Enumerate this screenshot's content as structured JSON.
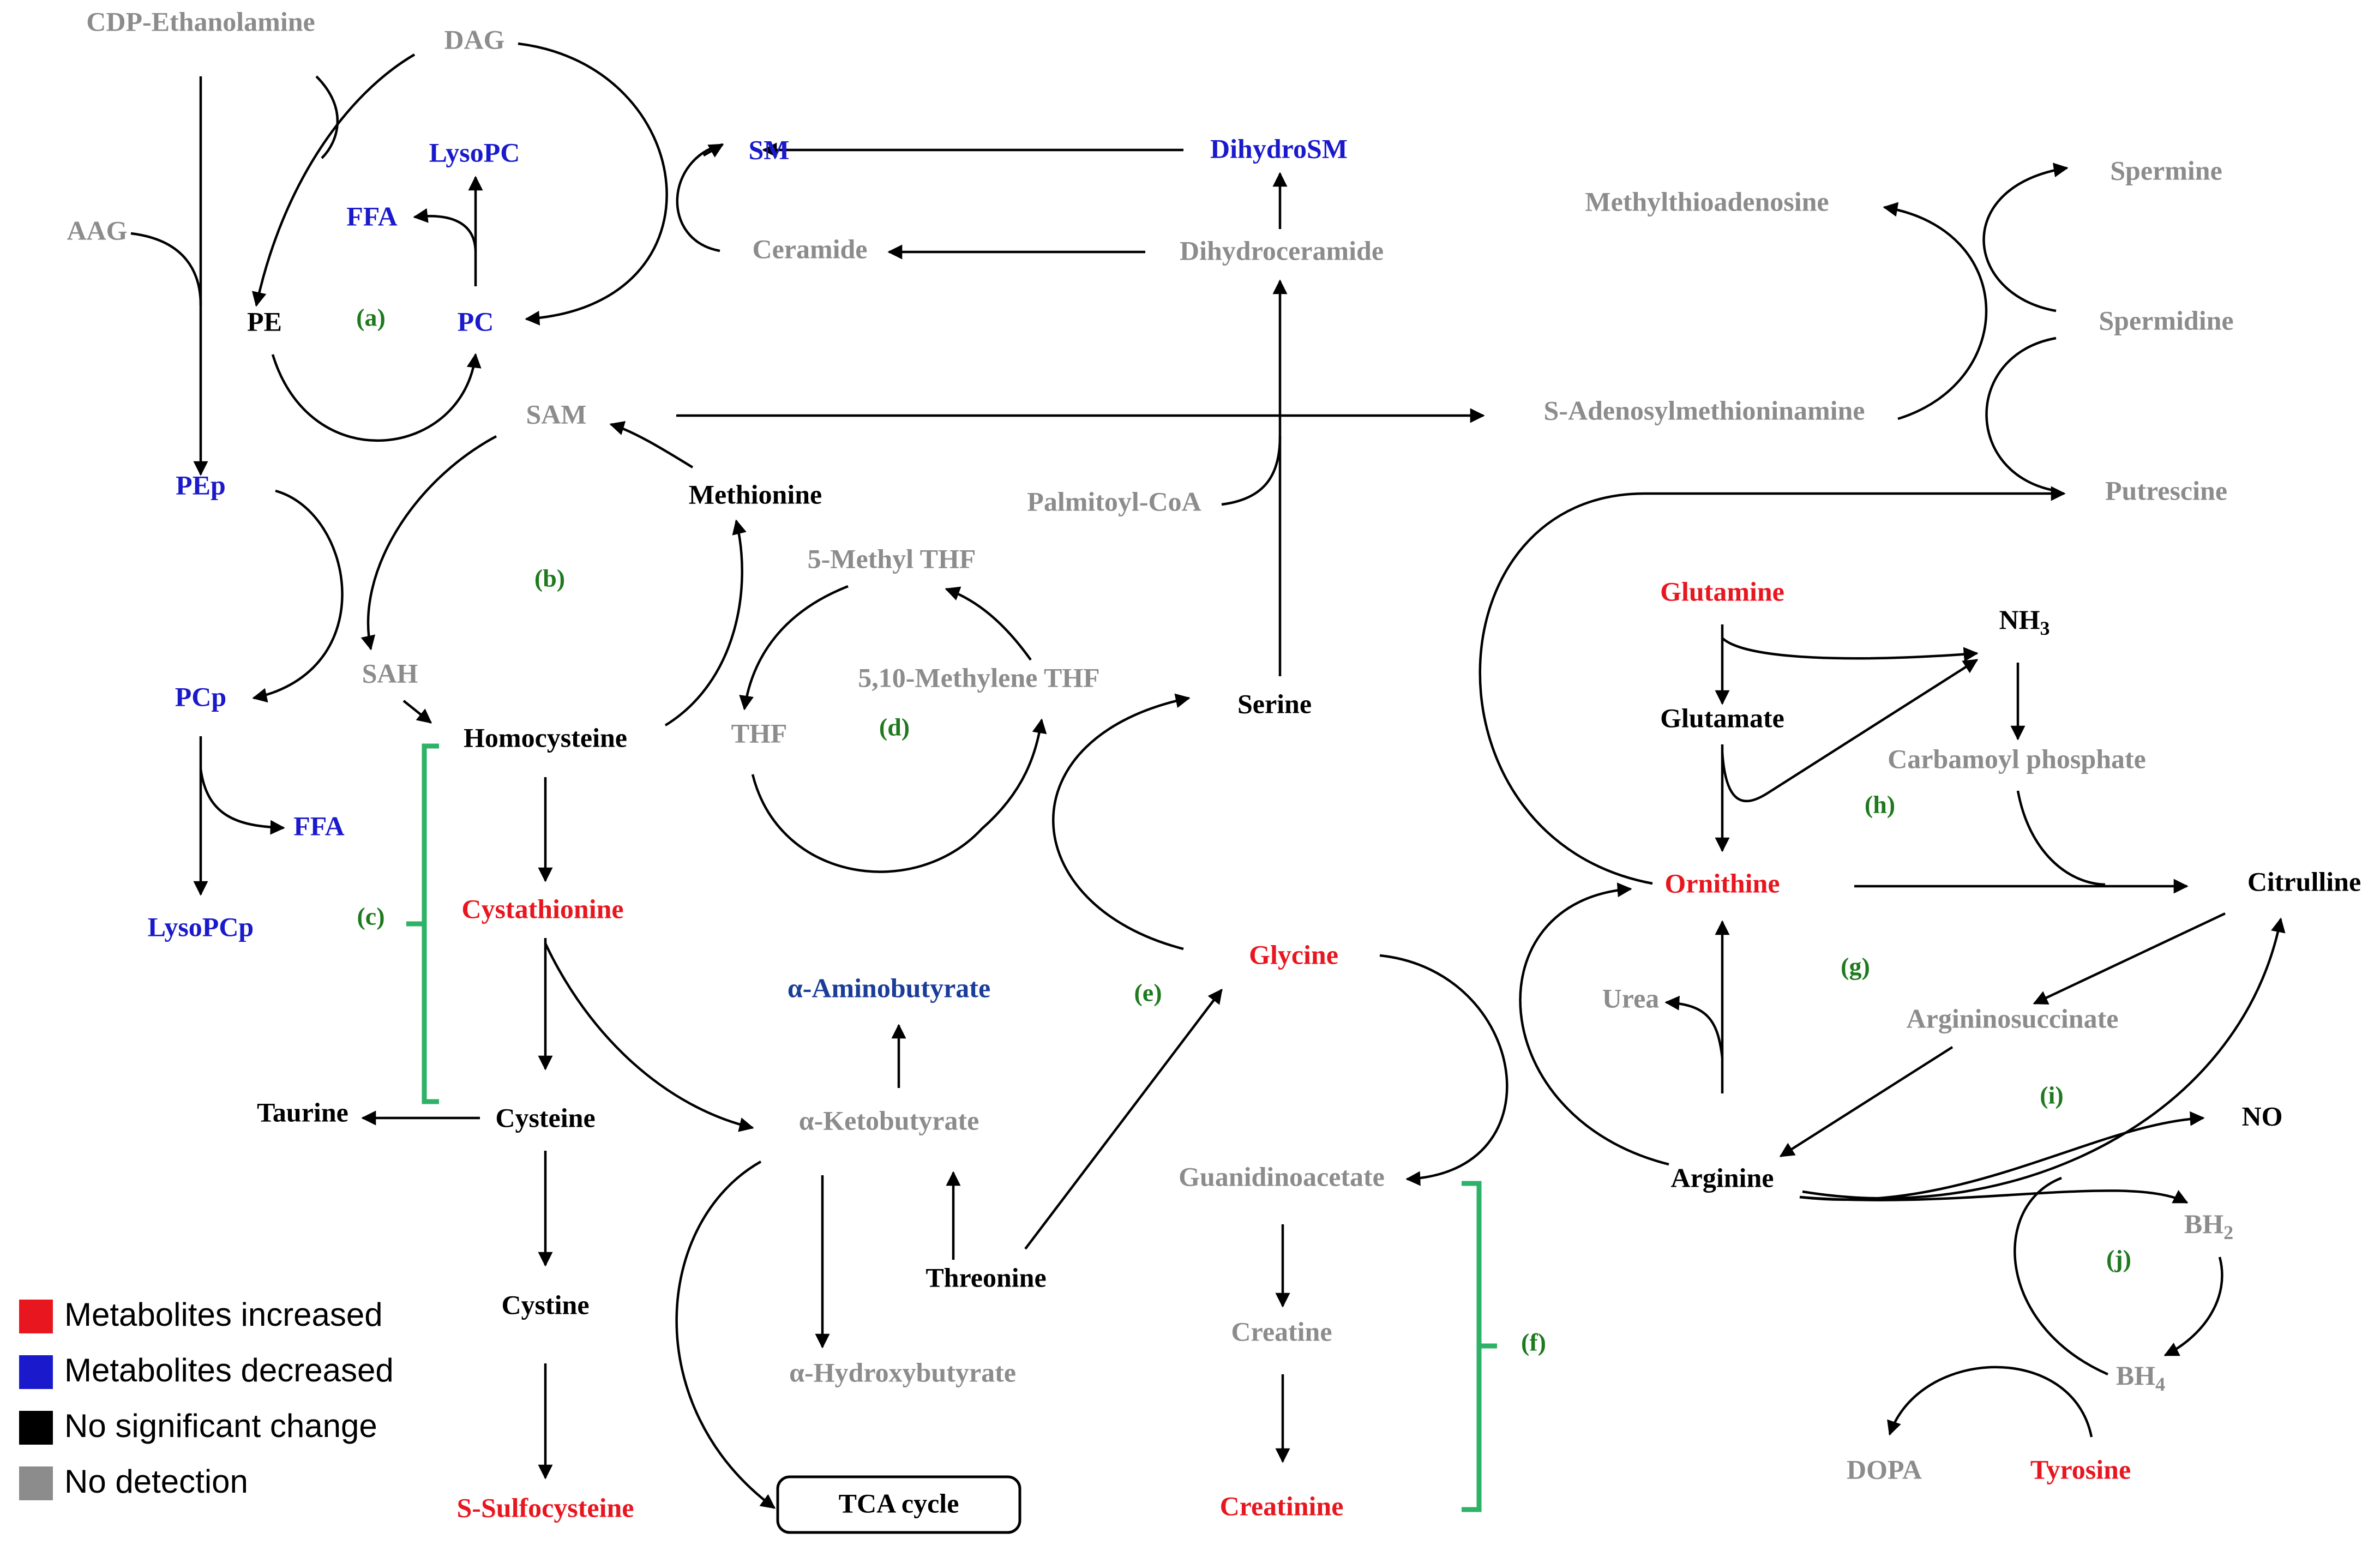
{
  "colors": {
    "increased": "#e8171f",
    "decreased": "#1a1acc",
    "no_change": "#000000",
    "no_detection": "#8c8c8c",
    "section_label": "#1f7a1f",
    "bracket": "#2eb267"
  },
  "nodes": {
    "cdp_ethanolamine": "CDP-Ethanolamine",
    "dag": "DAG",
    "aag": "AAG",
    "lysopc": "LysoPC",
    "ffa_top": "FFA",
    "pe": "PE",
    "pc": "PC",
    "pep": "PEp",
    "pcp": "PCp",
    "ffa_bottom": "FFA",
    "lysopcp": "LysoPCp",
    "sm": "SM",
    "ceramide": "Ceramide",
    "dihydrosm": "DihydroSM",
    "dihydroceramide": "Dihydroceramide",
    "sam": "SAM",
    "sah": "SAH",
    "methionine": "Methionine",
    "homocysteine": "Homocysteine",
    "cystathionine": "Cystathionine",
    "cysteine": "Cysteine",
    "taurine": "Taurine",
    "cystine": "Cystine",
    "s_sulfocysteine": "S-Sulfocysteine",
    "methyl_thf": "5-Methyl THF",
    "methylene_thf": "5,10-Methylene THF",
    "thf": "THF",
    "palmitoyl_coa": "Palmitoyl-CoA",
    "serine": "Serine",
    "glycine": "Glycine",
    "aminobutyrate": "α-Aminobutyrate",
    "ketobutyrate": "α-Ketobutyrate",
    "hydroxybutyrate": "α-Hydroxybutyrate",
    "threonine": "Threonine",
    "tca_cycle": "TCA cycle",
    "guanidinoacetate": "Guanidinoacetate",
    "creatine": "Creatine",
    "creatinine": "Creatinine",
    "methylthioadenosine": "Methylthioadenosine",
    "s_adenosylmethioninamine": "S-Adenosylmethioninamine",
    "spermine": "Spermine",
    "spermidine": "Spermidine",
    "putrescine": "Putrescine",
    "glutamine": "Glutamine",
    "glutamate": "Glutamate",
    "nh3": "NH",
    "nh3_sub": "3",
    "carbamoyl_phosphate": "Carbamoyl phosphate",
    "ornithine": "Ornithine",
    "citrulline": "Citrulline",
    "urea": "Urea",
    "argininosuccinate": "Argininosuccinate",
    "arginine": "Arginine",
    "no": "NO",
    "bh2": "BH",
    "bh2_sub": "2",
    "bh4": "BH",
    "bh4_sub": "4",
    "dopa": "DOPA",
    "tyrosine": "Tyrosine"
  },
  "section_labels": {
    "a": "(a)",
    "b": "(b)",
    "c": "(c)",
    "d": "(d)",
    "e": "(e)",
    "f": "(f)",
    "g": "(g)",
    "h": "(h)",
    "i": "(i)",
    "j": "(j)"
  },
  "legend": [
    {
      "label": "Metabolites increased",
      "color": "#e8171f"
    },
    {
      "label": "Metabolites decreased",
      "color": "#1a1acc"
    },
    {
      "label": "No significant change",
      "color": "#000000"
    },
    {
      "label": "No detection",
      "color": "#8c8c8c"
    }
  ]
}
